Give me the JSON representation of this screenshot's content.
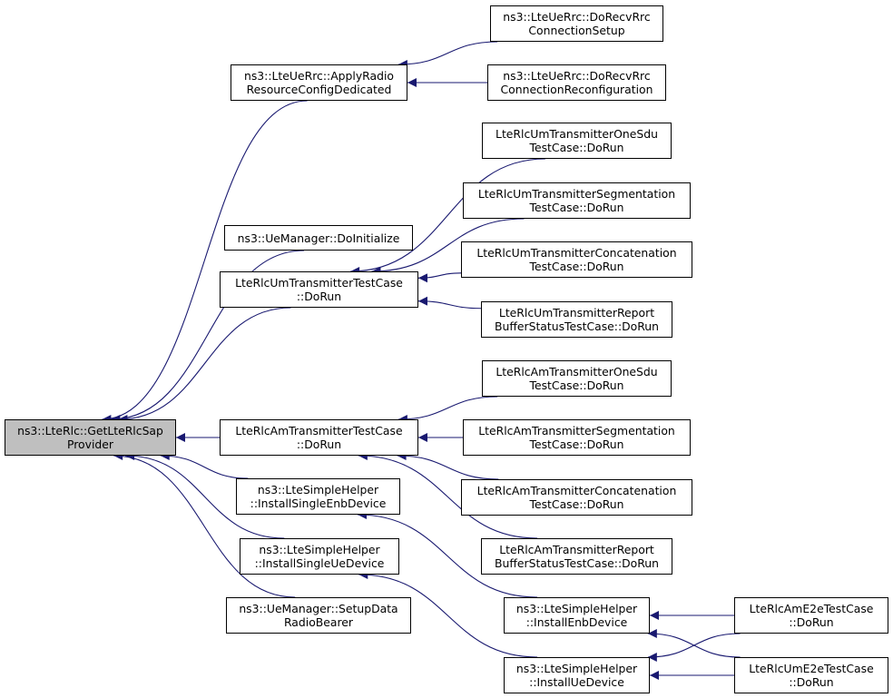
{
  "colors": {
    "edge": "#191970",
    "root_fill": "#bfbfbf",
    "node_fill": "#ffffff",
    "node_border": "#000000"
  },
  "nodes": {
    "root": {
      "l1": "ns3::LteRlc::GetLteRlcSap",
      "l2": "Provider"
    },
    "apply_radio": {
      "l1": "ns3::LteUeRrc::ApplyRadio",
      "l2": "ResourceConfigDedicated"
    },
    "recv_setup": {
      "l1": "ns3::LteUeRrc::DoRecvRrc",
      "l2": "ConnectionSetup"
    },
    "recv_reconf": {
      "l1": "ns3::LteUeRrc::DoRecvRrc",
      "l2": "ConnectionReconfiguration"
    },
    "ue_mgr_init": {
      "l1": "ns3::UeManager::DoInitialize"
    },
    "um_tc": {
      "l1": "LteRlcUmTransmitterTestCase",
      "l2": "::DoRun"
    },
    "um_onesdu": {
      "l1": "LteRlcUmTransmitterOneSdu",
      "l2": "TestCase::DoRun"
    },
    "um_seg": {
      "l1": "LteRlcUmTransmitterSegmentation",
      "l2": "TestCase::DoRun"
    },
    "um_concat": {
      "l1": "LteRlcUmTransmitterConcatenation",
      "l2": "TestCase::DoRun"
    },
    "um_report": {
      "l1": "LteRlcUmTransmitterReport",
      "l2": "BufferStatusTestCase::DoRun"
    },
    "am_tc": {
      "l1": "LteRlcAmTransmitterTestCase",
      "l2": "::DoRun"
    },
    "am_onesdu": {
      "l1": "LteRlcAmTransmitterOneSdu",
      "l2": "TestCase::DoRun"
    },
    "am_seg": {
      "l1": "LteRlcAmTransmitterSegmentation",
      "l2": "TestCase::DoRun"
    },
    "am_concat": {
      "l1": "LteRlcAmTransmitterConcatenation",
      "l2": "TestCase::DoRun"
    },
    "am_report": {
      "l1": "LteRlcAmTransmitterReport",
      "l2": "BufferStatusTestCase::DoRun"
    },
    "inst_single_enb": {
      "l1": "ns3::LteSimpleHelper",
      "l2": "::InstallSingleEnbDevice"
    },
    "inst_single_ue": {
      "l1": "ns3::LteSimpleHelper",
      "l2": "::InstallSingleUeDevice"
    },
    "setup_drb": {
      "l1": "ns3::UeManager::SetupData",
      "l2": "RadioBearer"
    },
    "inst_enb": {
      "l1": "ns3::LteSimpleHelper",
      "l2": "::InstallEnbDevice"
    },
    "inst_ue": {
      "l1": "ns3::LteSimpleHelper",
      "l2": "::InstallUeDevice"
    },
    "am_e2e": {
      "l1": "LteRlcAmE2eTestCase",
      "l2": "::DoRun"
    },
    "um_e2e": {
      "l1": "LteRlcUmE2eTestCase",
      "l2": "::DoRun"
    }
  },
  "edges": [
    [
      "apply_radio",
      "root"
    ],
    [
      "ue_mgr_init",
      "root"
    ],
    [
      "um_tc",
      "root"
    ],
    [
      "am_tc",
      "root"
    ],
    [
      "inst_single_enb",
      "root"
    ],
    [
      "inst_single_ue",
      "root"
    ],
    [
      "setup_drb",
      "root"
    ],
    [
      "recv_setup",
      "apply_radio"
    ],
    [
      "recv_reconf",
      "apply_radio"
    ],
    [
      "um_onesdu",
      "um_tc"
    ],
    [
      "um_seg",
      "um_tc"
    ],
    [
      "um_concat",
      "um_tc"
    ],
    [
      "um_report",
      "um_tc"
    ],
    [
      "am_onesdu",
      "am_tc"
    ],
    [
      "am_seg",
      "am_tc"
    ],
    [
      "am_concat",
      "am_tc"
    ],
    [
      "am_report",
      "am_tc"
    ],
    [
      "inst_enb",
      "inst_single_enb"
    ],
    [
      "inst_ue",
      "inst_single_ue"
    ],
    [
      "am_e2e",
      "inst_enb"
    ],
    [
      "um_e2e",
      "inst_enb"
    ],
    [
      "am_e2e",
      "inst_ue"
    ],
    [
      "um_e2e",
      "inst_ue"
    ]
  ]
}
